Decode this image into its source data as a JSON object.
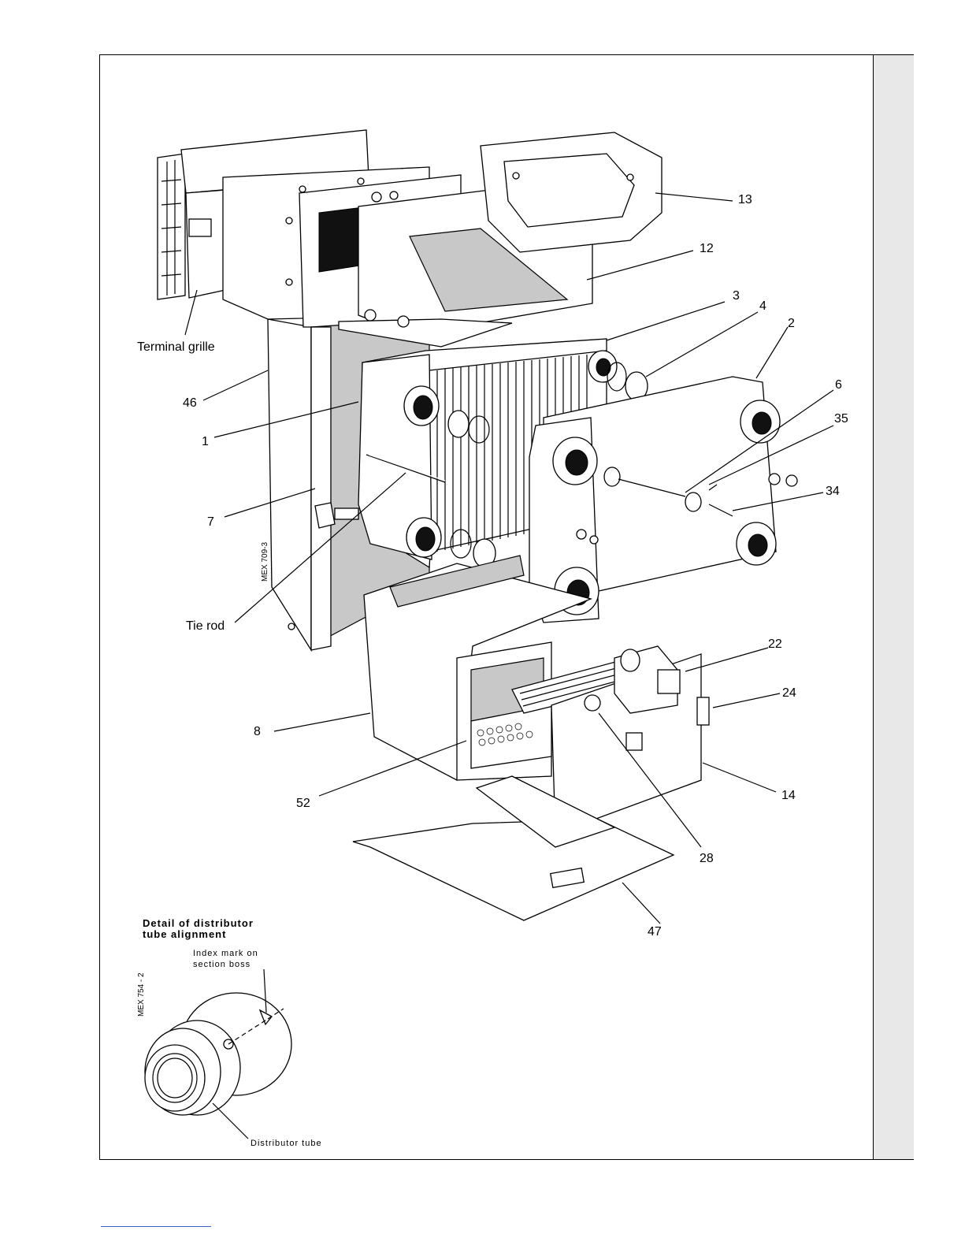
{
  "labels": {
    "l13": "13",
    "l12": "12",
    "l3": "3",
    "l4": "4",
    "l2": "2",
    "l6": "6",
    "l35": "35",
    "l34": "34",
    "l46": "46",
    "l1": "1",
    "l7": "7",
    "l22": "22",
    "l24": "24",
    "l8": "8",
    "l14": "14",
    "l52": "52",
    "l28": "28",
    "l47": "47",
    "terminal_grille": "Terminal grille",
    "tie_rod": "Tie rod"
  },
  "codes": {
    "main": "MEX 709-3",
    "detail": "MEX 754 - 2"
  },
  "detail": {
    "title_line1": "Detail of distributor",
    "title_line2": "tube alignment",
    "index_line1": "Index mark on",
    "index_line2": "section boss",
    "distributor": "Distributor tube"
  }
}
